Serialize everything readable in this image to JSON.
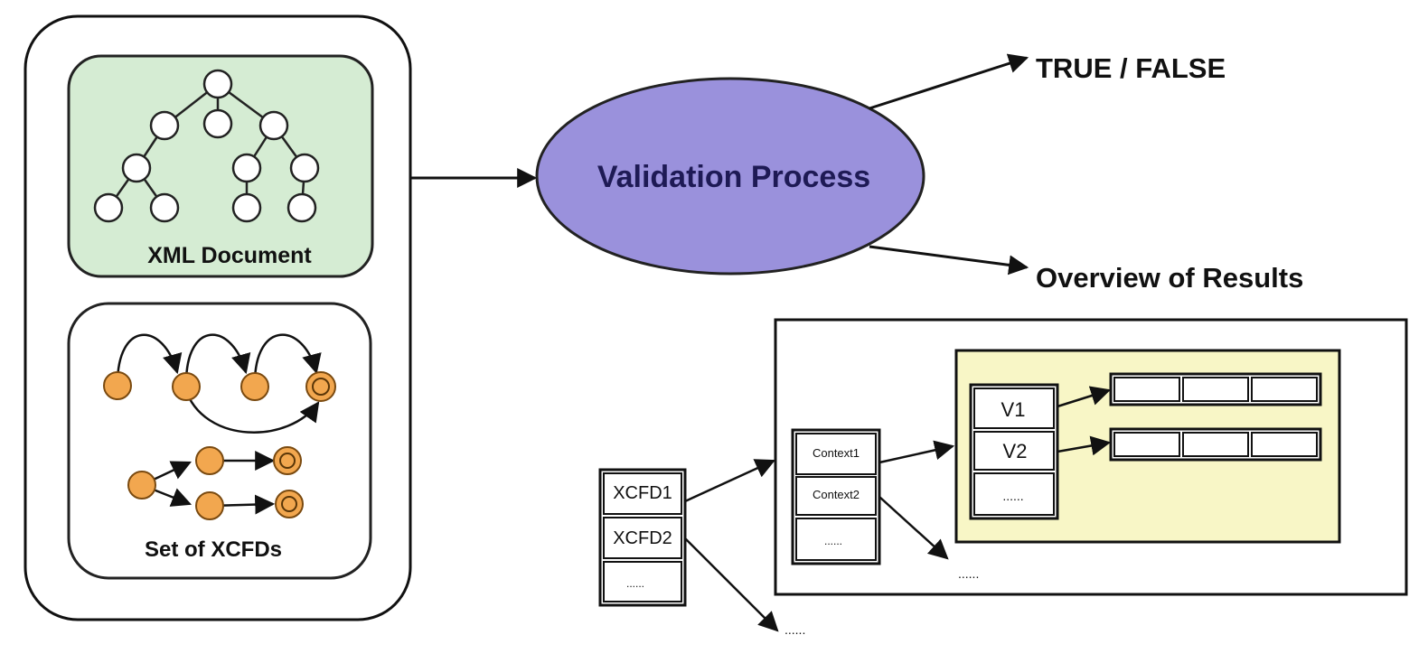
{
  "input_panel": {
    "xml_document_label": "XML Document",
    "xcfd_set_label": "Set of XCFDs"
  },
  "process": {
    "label": "Validation Process"
  },
  "outputs": {
    "boolean_label": "TRUE / FALSE",
    "overview_label": "Overview of Results"
  },
  "overview": {
    "xcfd_items": [
      "XCFD1",
      "XCFD2",
      "......"
    ],
    "xcfd_more": "......",
    "context_items": [
      "Context1",
      "Context2",
      "......"
    ],
    "context_more": "......",
    "value_items": [
      "V1",
      "V2",
      "......"
    ]
  },
  "colors": {
    "xml_panel_fill": "#d5ecd3",
    "ellipse_fill": "#9a91dc",
    "process_text": "#1e1a55",
    "xcfd_node_fill": "#f2a74f",
    "results_panel_fill": "#f8f6c6",
    "stroke": "#111111"
  }
}
